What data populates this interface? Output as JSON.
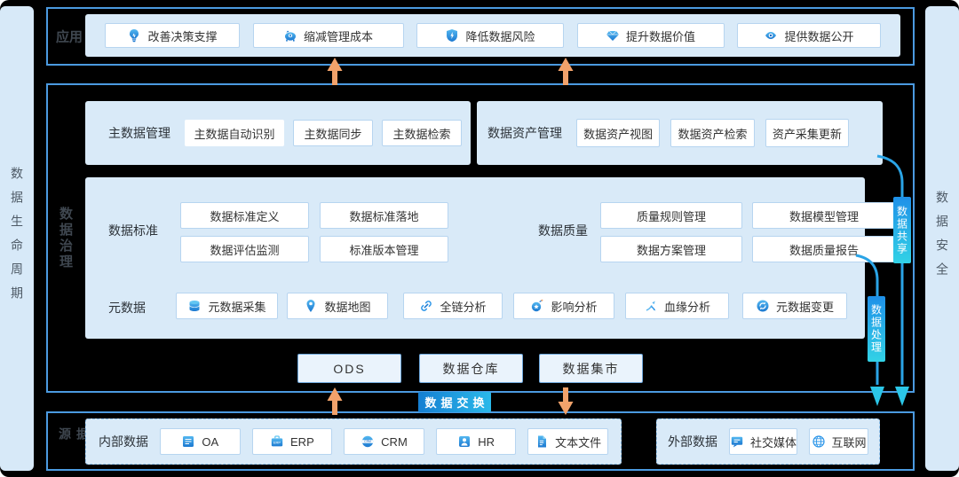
{
  "colors": {
    "background": "#000000",
    "section_border": "#4b9ae0",
    "panel_bg": "#d9eaf8",
    "chip_border": "#b7d5f0",
    "tag_gradient": [
      "#1e90e8",
      "#32d2e6"
    ],
    "badge_gradient": [
      "#157fd2",
      "#2ab9ea"
    ],
    "orange_arrow": "#f2a26b",
    "blue_connector": "#2aa4e6"
  },
  "left_bar": {
    "label": "数据生命周期"
  },
  "right_bar": {
    "label": "数据安全"
  },
  "app_section": {
    "label": "应用",
    "buttons": [
      {
        "label": "改善决策支撑",
        "icon": "lightbulb-icon"
      },
      {
        "label": "缩减管理成本",
        "icon": "piggy-bank-icon"
      },
      {
        "label": "降低数据风险",
        "icon": "shield-icon"
      },
      {
        "label": "提升数据价值",
        "icon": "diamond-icon"
      },
      {
        "label": "提供数据公开",
        "icon": "eye-icon"
      }
    ]
  },
  "governance_section": {
    "label": "数据治理",
    "master_data": {
      "label": "主数据管理",
      "buttons": [
        "主数据自动识别",
        "主数据同步",
        "主数据检索"
      ]
    },
    "data_asset": {
      "label": "数据资产管理",
      "buttons": [
        "数据资产视图",
        "数据资产检索",
        "资产采集更新"
      ]
    },
    "data_standard": {
      "label": "数据标准",
      "buttons": [
        "数据标准定义",
        "数据标准落地",
        "数据评估监测",
        "标准版本管理"
      ]
    },
    "data_quality": {
      "label": "数据质量",
      "buttons": [
        "质量规则管理",
        "数据模型管理",
        "数据方案管理",
        "数据质量报告"
      ]
    },
    "metadata": {
      "label": "元数据",
      "buttons": [
        {
          "label": "元数据采集",
          "icon": "database-icon"
        },
        {
          "label": "数据地图",
          "icon": "map-pin-icon"
        },
        {
          "label": "全链分析",
          "icon": "link-icon"
        },
        {
          "label": "影响分析",
          "icon": "impact-icon"
        },
        {
          "label": "血缘分析",
          "icon": "lineage-icon"
        },
        {
          "label": "元数据变更",
          "icon": "change-icon"
        }
      ]
    },
    "storage": [
      "ODS",
      "数据仓库",
      "数据集市"
    ],
    "tags": [
      "数据共享",
      "数据处理"
    ]
  },
  "exchange_badge": {
    "label": "数据交换"
  },
  "source_section": {
    "label": "数据源",
    "internal": {
      "label": "内部数据",
      "buttons": [
        {
          "label": "OA",
          "icon": "document-icon"
        },
        {
          "label": "ERP",
          "icon": "briefcase-icon"
        },
        {
          "label": "CRM",
          "icon": "crm-badge-icon"
        },
        {
          "label": "HR",
          "icon": "person-icon"
        },
        {
          "label": "文本文件",
          "icon": "text-file-icon"
        }
      ]
    },
    "external": {
      "label": "外部数据",
      "buttons": [
        {
          "label": "社交媒体",
          "icon": "chat-bubble-icon"
        },
        {
          "label": "互联网",
          "icon": "globe-icon"
        }
      ]
    }
  }
}
